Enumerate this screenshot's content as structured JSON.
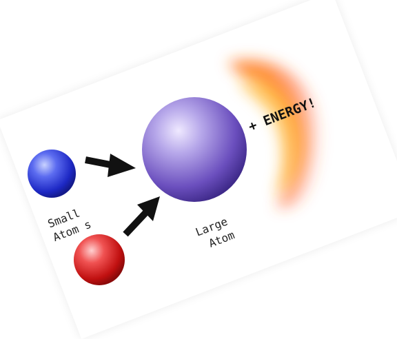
{
  "labels": {
    "small_atoms_line1": "Small",
    "small_atoms_line2": "Atom s",
    "large_atom_line1": "Large",
    "large_atom_line2": "Atom",
    "energy": "+ ENERGY!"
  },
  "colors": {
    "small_atom_blue": "#2f3fd8",
    "small_atom_red": "#d81c1c",
    "large_atom": "#6a4fb0",
    "energy_glow": "#ff6a1a",
    "arrow": "#111111"
  }
}
